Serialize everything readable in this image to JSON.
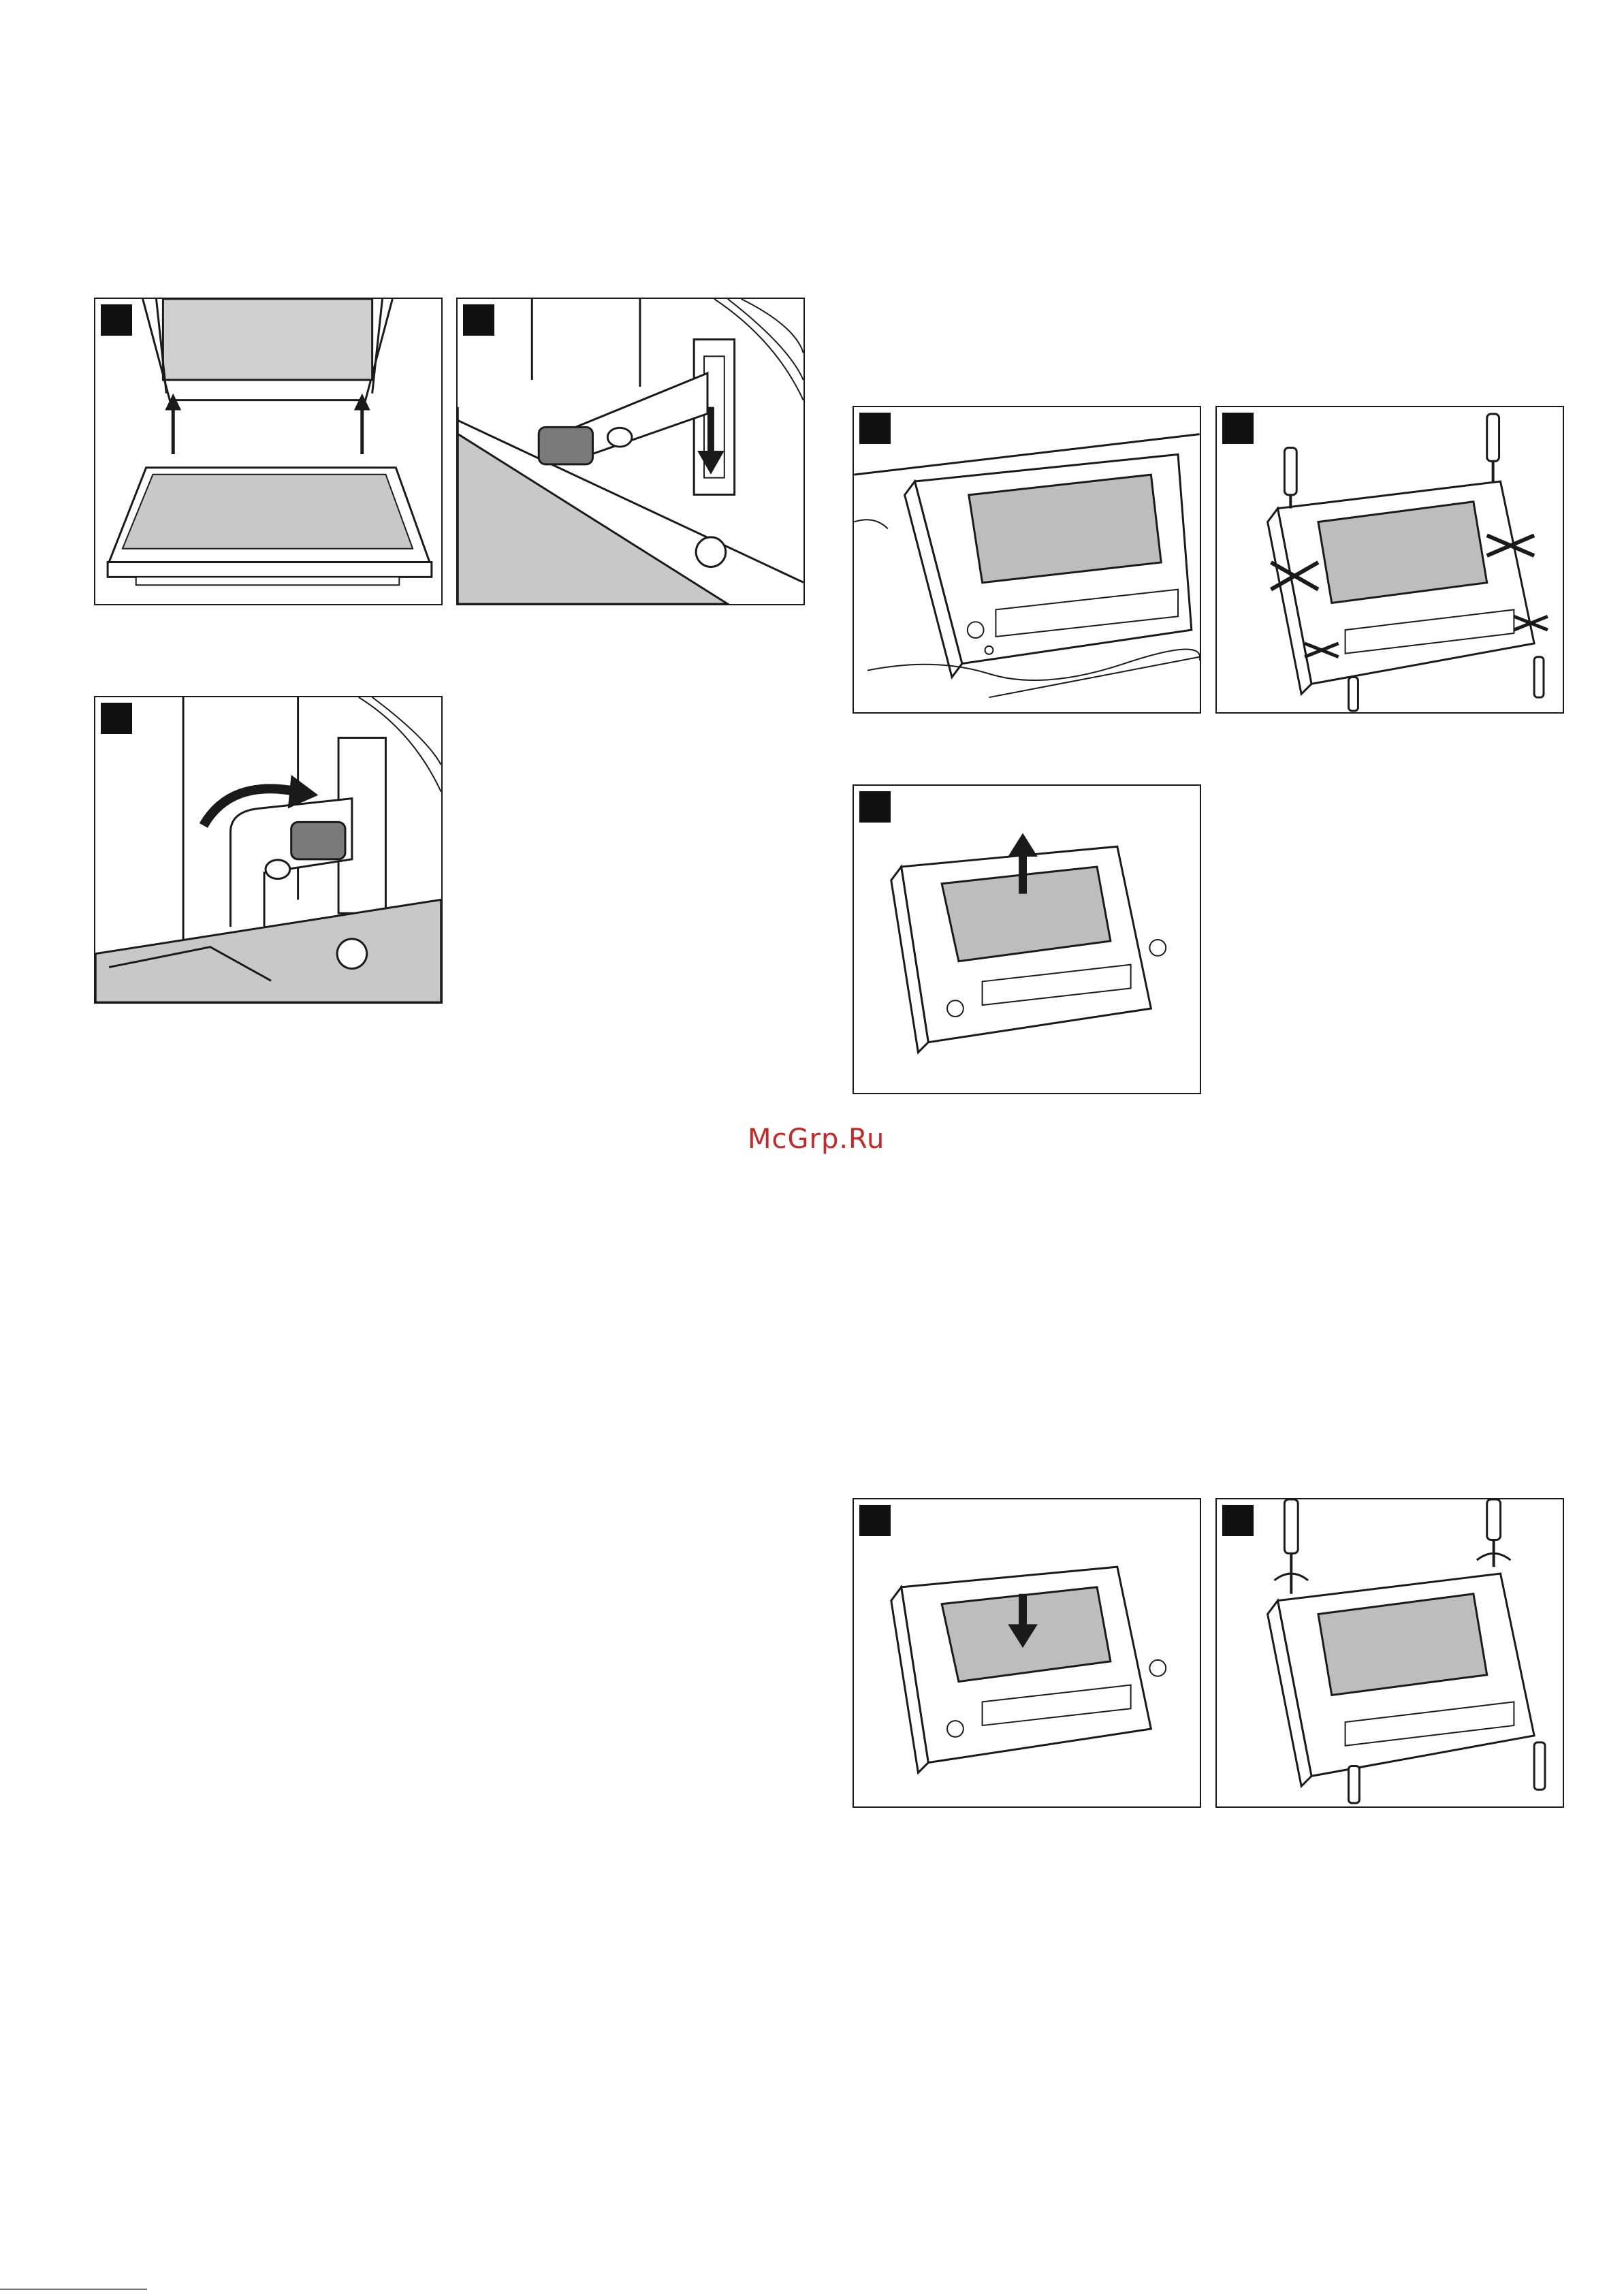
{
  "watermark": {
    "text": "McGrp.Ru"
  },
  "colors": {
    "frame": "#1a1a1a",
    "glass": "#bdbdbd",
    "grey_fill": "#c8c8c8",
    "hinge": "#7a7a7a",
    "badge": "#111111",
    "watermark": "#c62828"
  },
  "figures": [
    {
      "id": "fig-1",
      "subject": "door-seal-lift"
    },
    {
      "id": "fig-2",
      "subject": "hinge-lock-down"
    },
    {
      "id": "fig-3",
      "subject": "hinge-lever-rotate"
    },
    {
      "id": "fig-4",
      "subject": "door-panel-on-towel"
    },
    {
      "id": "fig-5",
      "subject": "unscrew-panel"
    },
    {
      "id": "fig-6",
      "subject": "lift-glass-out"
    },
    {
      "id": "fig-7",
      "subject": "insert-glass"
    },
    {
      "id": "fig-8",
      "subject": "screw-panel"
    }
  ]
}
